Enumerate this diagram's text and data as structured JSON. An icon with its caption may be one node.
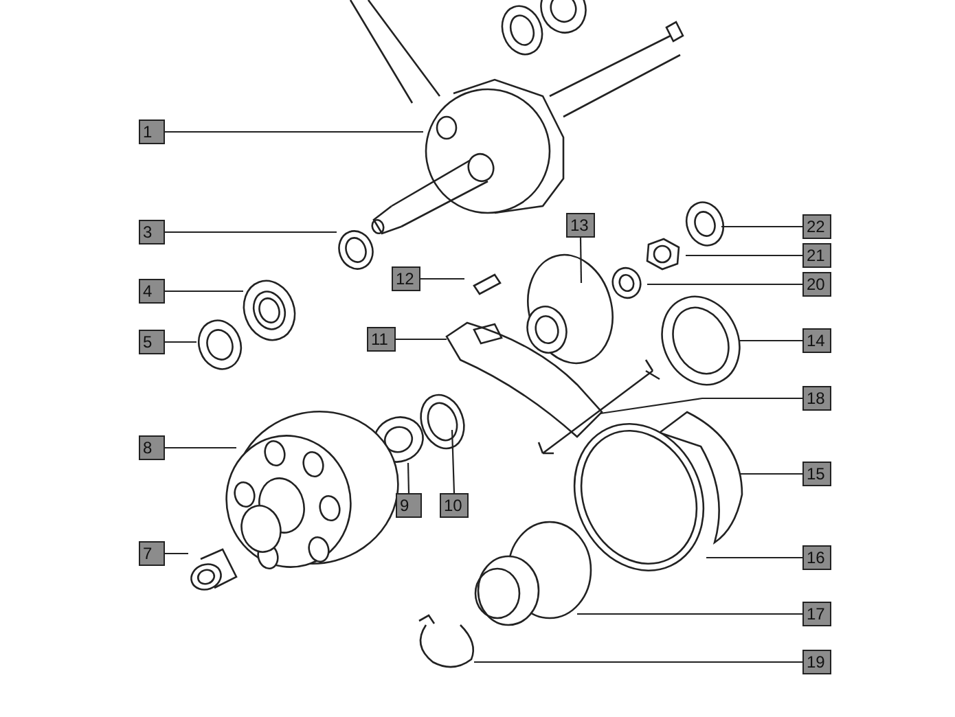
{
  "diagram": {
    "nodes": [
      {
        "text": [
          "1"
        ]
      },
      {
        "text": [
          "3"
        ]
      },
      {
        "text": [
          "13"
        ]
      },
      {
        "text": [
          "22"
        ]
      },
      {
        "text": [
          "21"
        ]
      },
      {
        "text": [
          "12"
        ]
      },
      {
        "text": [
          "20"
        ]
      },
      {
        "text": [
          "4"
        ]
      },
      {
        "text": [
          "11"
        ]
      },
      {
        "text": [
          "14"
        ]
      },
      {
        "text": [
          "5"
        ]
      },
      {
        "text": [
          "18"
        ]
      },
      {
        "text": [
          "8"
        ]
      },
      {
        "text": [
          "15"
        ]
      },
      {
        "text": [
          "9"
        ]
      },
      {
        "text": [
          "10"
        ]
      },
      {
        "text": [
          "7"
        ]
      },
      {
        "text": [
          "16"
        ]
      },
      {
        "text": [
          "17"
        ]
      },
      {
        "text": [
          "19"
        ]
      }
    ],
    "edges": [
      {
        "from": 0,
        "to": null,
        "arrow": "none"
      },
      {
        "from": 1,
        "to": null,
        "arrow": "none"
      },
      {
        "from": 2,
        "to": null,
        "arrow": "none"
      },
      {
        "from": 3,
        "to": null,
        "arrow": "none"
      },
      {
        "from": 4,
        "to": null,
        "arrow": "none"
      },
      {
        "from": 5,
        "to": null,
        "arrow": "none"
      },
      {
        "from": 6,
        "to": null,
        "arrow": "none"
      },
      {
        "from": 7,
        "to": null,
        "arrow": "none"
      },
      {
        "from": 8,
        "to": null,
        "arrow": "none"
      },
      {
        "from": 9,
        "to": null,
        "arrow": "none"
      },
      {
        "from": 10,
        "to": null,
        "arrow": "none"
      },
      {
        "from": 11,
        "to": null,
        "arrow": "none"
      },
      {
        "from": 12,
        "to": null,
        "arrow": "none"
      },
      {
        "from": 13,
        "to": null,
        "arrow": "none"
      },
      {
        "from": 14,
        "to": null,
        "arrow": "none"
      },
      {
        "from": 15,
        "to": null,
        "arrow": "none"
      },
      {
        "from": 16,
        "to": null,
        "arrow": "none"
      },
      {
        "from": 17,
        "to": null,
        "arrow": "none"
      },
      {
        "from": 18,
        "to": null,
        "arrow": "none"
      },
      {
        "from": 19,
        "to": null,
        "arrow": "none"
      }
    ]
  }
}
